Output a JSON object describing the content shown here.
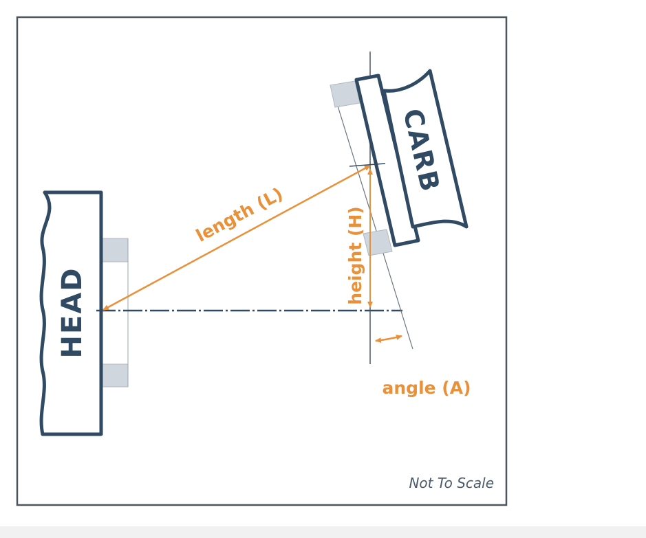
{
  "diagram": {
    "head_label": "HEAD",
    "carb_label": "CARB",
    "length_label": "length (L)",
    "height_label": "height (H)",
    "angle_label": "angle (A)",
    "note": "Not To Scale"
  },
  "colors": {
    "outline": "#2f4a62",
    "dimension": "#e8913a",
    "spacer": "#c9d2dc",
    "frame": "#4a5560"
  }
}
